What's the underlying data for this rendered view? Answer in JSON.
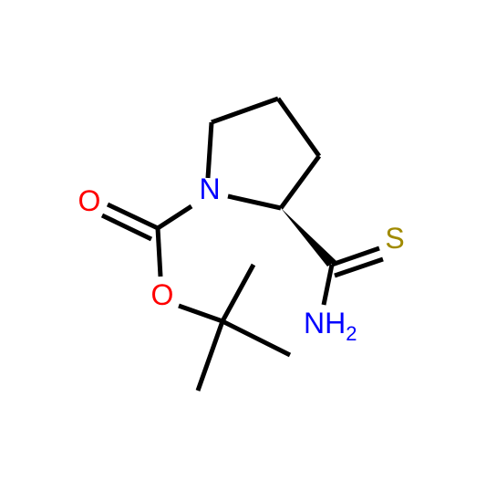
{
  "molecule": {
    "atoms": {
      "nitrogen_ring": "N",
      "oxygen_carbonyl": "O",
      "oxygen_ester": "O",
      "sulfur": "S",
      "amine_label": "NH",
      "amine_subscript": "2"
    },
    "colors": {
      "bond": "#000000",
      "nitrogen": "#0000ff",
      "oxygen": "#ff0000",
      "sulfur": "#a08a00"
    }
  }
}
